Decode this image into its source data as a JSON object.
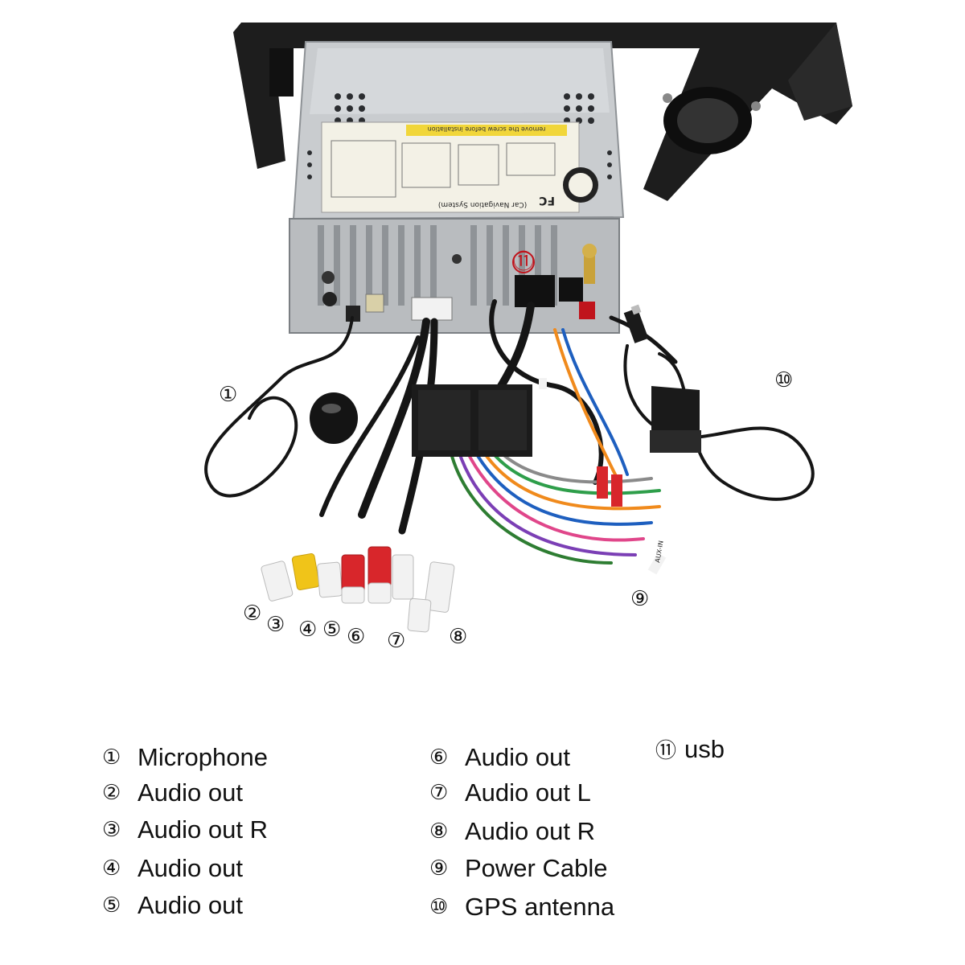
{
  "callouts": {
    "c1": "①",
    "c2": "②",
    "c3": "③",
    "c4": "④",
    "c5": "⑤",
    "c6": "⑥",
    "c7": "⑦",
    "c8": "⑧",
    "c9": "⑨",
    "c10": "⑩",
    "c11": "⑪"
  },
  "legend": {
    "col1": [
      {
        "num": "①",
        "label": "Microphone"
      },
      {
        "num": "②",
        "label": "Audio out"
      },
      {
        "num": "③",
        "label": "Audio out R"
      },
      {
        "num": "④",
        "label": "Audio out"
      },
      {
        "num": "⑤",
        "label": "Audio out"
      }
    ],
    "col2": [
      {
        "num": "⑥",
        "label": "Audio out"
      },
      {
        "num": "⑦",
        "label": "Audio out L"
      },
      {
        "num": "⑧",
        "label": "Audio out R"
      },
      {
        "num": "⑨",
        "label": "Power Cable"
      },
      {
        "num": "⑩",
        "label": "GPS antenna"
      }
    ],
    "col3": [
      {
        "num": "⑪",
        "label": "usb"
      }
    ]
  },
  "colors": {
    "frame": "#1d1d1d",
    "chassis": "#c9cccf",
    "label_sticker": "#f3f1e6",
    "label_band": "#f1d63a",
    "heatsink": "#b9bcbf",
    "cable": "#151515",
    "rca_white": "#f2f2f2",
    "rca_red": "#d8262b",
    "rca_yellow": "#f0c419",
    "highlight_red": "#c0141c"
  },
  "label_text": {
    "fcc": "FC",
    "system": "(Car Navigation System)",
    "band": "remove the screw before installation",
    "aux": "AUX-IN"
  }
}
